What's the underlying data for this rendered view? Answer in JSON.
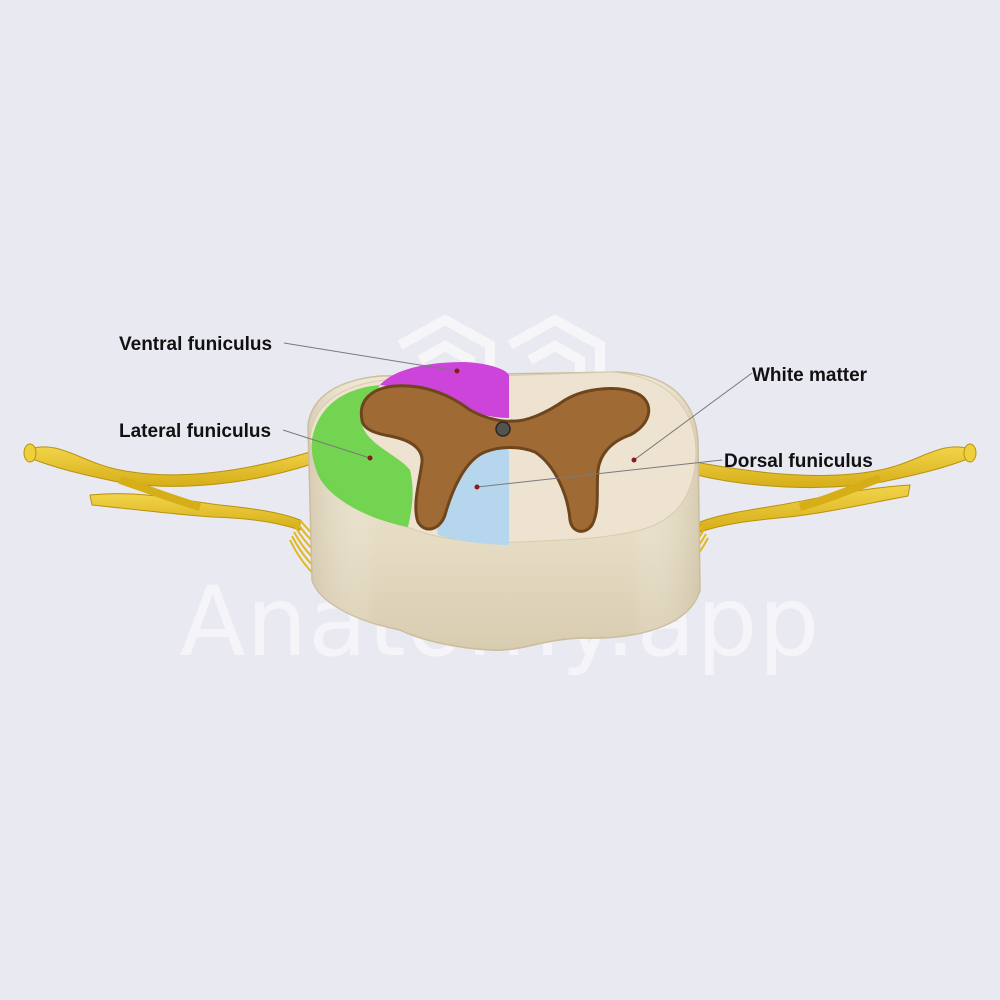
{
  "watermark": {
    "text": "Anatomy.app"
  },
  "labels": {
    "ventral_funiculus": "Ventral funiculus",
    "lateral_funiculus": "Lateral funiculus",
    "white_matter": "White matter",
    "dorsal_funiculus": "Dorsal funiculus"
  },
  "colors": {
    "background": "#e9e9f1",
    "white_matter": "#ece2cf",
    "gray_matter": "#a06a35",
    "ventral_funiculus": "#cc44d9",
    "lateral_funiculus": "#6dd34a",
    "dorsal_funiculus": "#b6d6ee",
    "nerve": "#e6c22a",
    "pointer_dot": "#8b1a1a",
    "leader_line": "#7a7a7a"
  }
}
